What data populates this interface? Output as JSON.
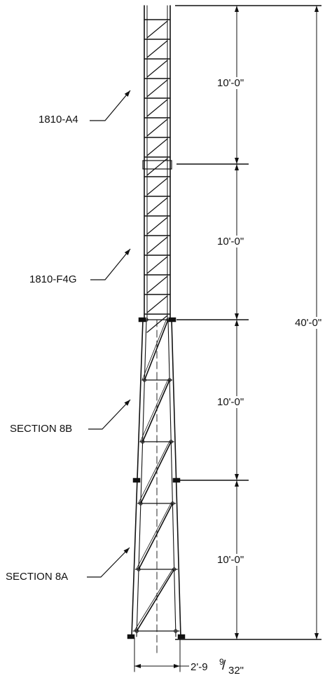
{
  "labels": {
    "section_1810_a4": "1810-A4",
    "section_1810_f4g": "1810-F4G",
    "section_8b": "SECTION 8B",
    "section_8a": "SECTION 8A"
  },
  "dimensions": {
    "seg1": "10'-0\"",
    "seg2": "10'-0\"",
    "seg3": "10'-0\"",
    "seg4": "10'-0\"",
    "total": "40'-0\"",
    "base_whole": "2'-9",
    "base_num": "9",
    "base_den": "32\""
  },
  "colors": {
    "ink": "#111111",
    "background": "#ffffff"
  }
}
